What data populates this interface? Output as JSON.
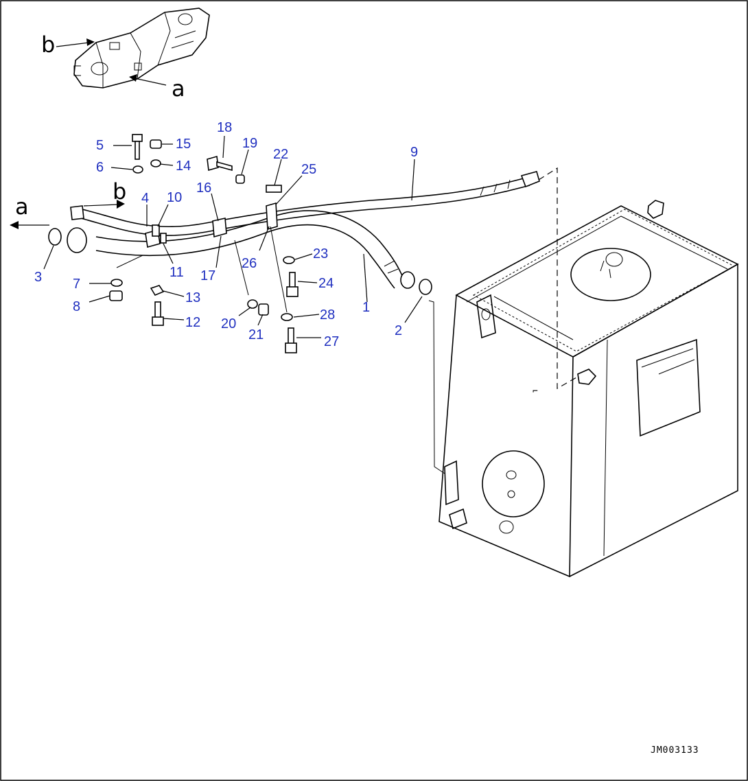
{
  "callouts": [
    {
      "label": "1"
    },
    {
      "label": "2"
    },
    {
      "label": "3"
    },
    {
      "label": "4"
    },
    {
      "label": "5"
    },
    {
      "label": "6"
    },
    {
      "label": "7"
    },
    {
      "label": "8"
    },
    {
      "label": "9"
    },
    {
      "label": "10"
    },
    {
      "label": "11"
    },
    {
      "label": "12"
    },
    {
      "label": "13"
    },
    {
      "label": "14"
    },
    {
      "label": "15"
    },
    {
      "label": "16"
    },
    {
      "label": "17"
    },
    {
      "label": "18"
    },
    {
      "label": "19"
    },
    {
      "label": "20"
    },
    {
      "label": "21"
    },
    {
      "label": "22"
    },
    {
      "label": "23"
    },
    {
      "label": "24"
    },
    {
      "label": "25"
    },
    {
      "label": "26"
    },
    {
      "label": "27"
    },
    {
      "label": "28"
    }
  ],
  "view_letters": {
    "a": "a",
    "b": "b"
  },
  "drawing_code": "JM003133",
  "colors": {
    "callout": "#1f2fbf",
    "ink": "#000000",
    "background": "#ffffff"
  }
}
